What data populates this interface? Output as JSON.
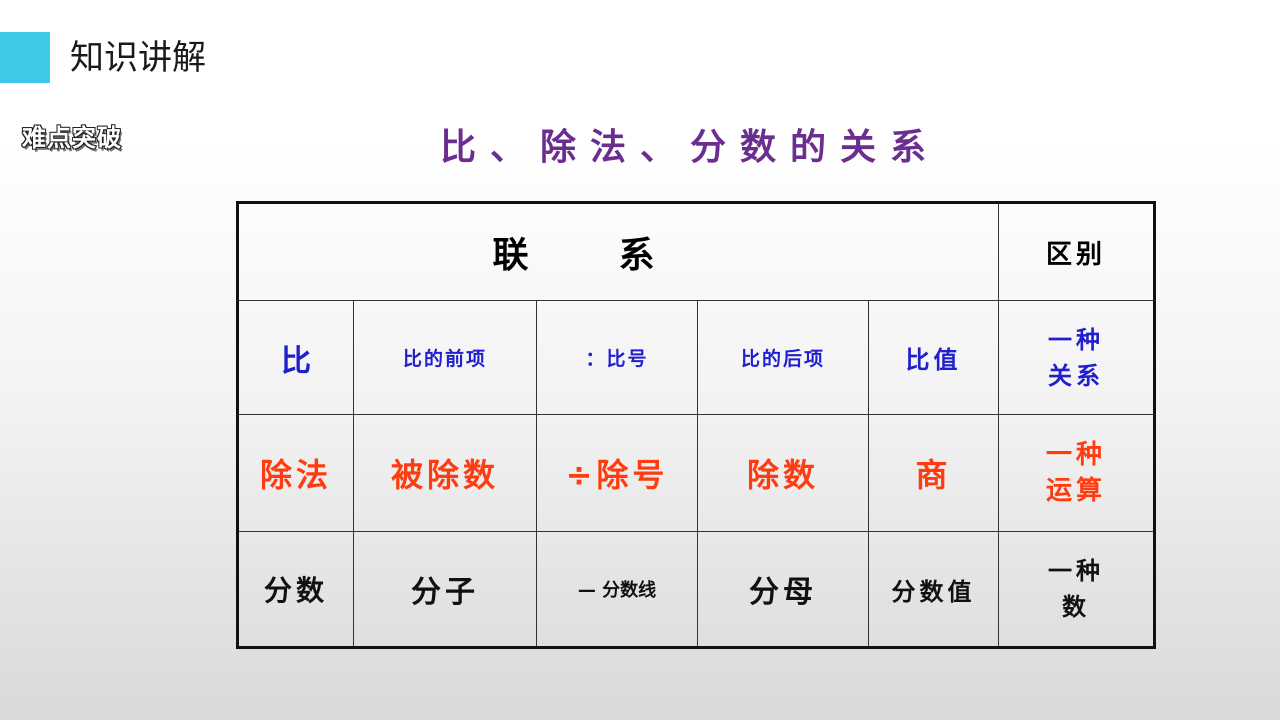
{
  "header": {
    "title": "知识讲解",
    "accent_color": "#3ec9e8"
  },
  "section_tag": "难点突破",
  "main_title": "比、除法、分数的关系",
  "table": {
    "headers": {
      "lianxi": "联系",
      "qubie": "区别"
    },
    "rows": [
      {
        "name": "比",
        "c1": "比的前项",
        "c2": "：比号",
        "c3": "比的后项",
        "c4": "比值",
        "diff": [
          "一种",
          "关系"
        ],
        "color": "#1f1fd0"
      },
      {
        "name": "除法",
        "c1": "被除数",
        "c2": "÷除号",
        "c3": "除数",
        "c4": "商",
        "diff": [
          "一种",
          "运算"
        ],
        "color": "#ff3c10"
      },
      {
        "name": "分数",
        "c1": "分子",
        "c2": "— 分数线",
        "c3": "分母",
        "c4": "分数值",
        "diff": [
          "一种",
          "数"
        ],
        "color": "#111111"
      }
    ]
  }
}
